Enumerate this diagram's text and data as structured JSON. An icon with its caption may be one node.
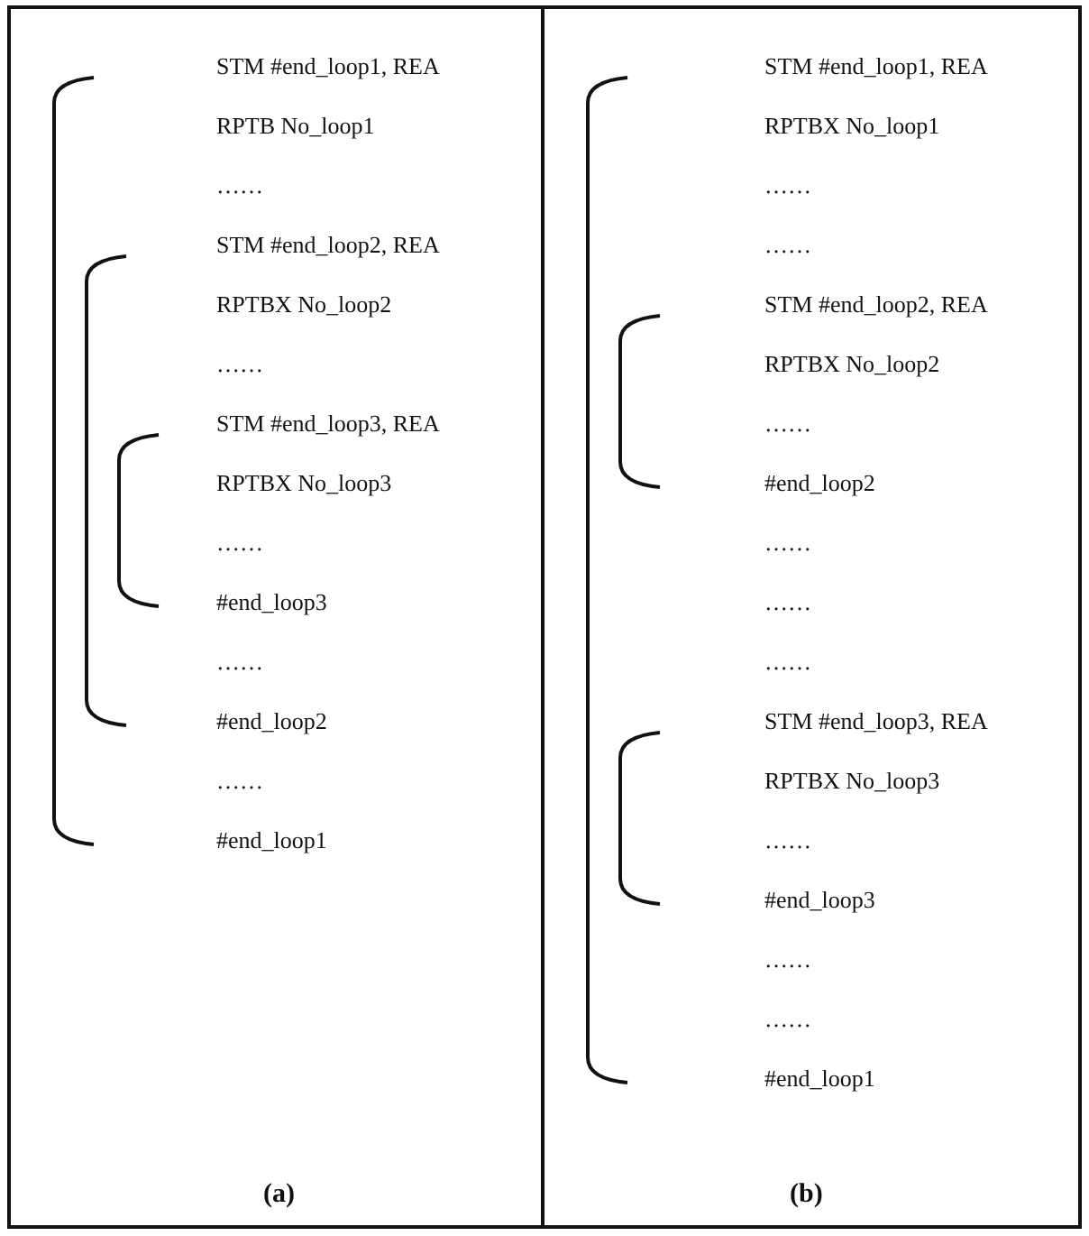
{
  "diagram": {
    "nodes": [
      {
        "text": [
          "STM #end_loop1, REA",
          "RPTB No_loop1",
          "……",
          "STM #end_loop2, REA",
          "RPTBX No_loop2",
          "……",
          "STM #end_loop3, REA",
          "RPTBX No_loop3",
          "……",
          "#end_loop3",
          "……",
          "#end_loop2",
          "……",
          "#end_loop1",
          "(a)"
        ]
      },
      {
        "text": [
          "STM #end_loop1, REA",
          "RPTBX No_loop1",
          "……",
          "……",
          "STM #end_loop2, REA",
          "RPTBX No_loop2",
          "……",
          "#end_loop2",
          "……",
          "……",
          "……",
          "STM #end_loop3, REA",
          "RPTBX No_loop3",
          "……",
          "#end_loop3",
          "……",
          "……",
          "#end_loop1",
          "(b)"
        ]
      }
    ]
  }
}
